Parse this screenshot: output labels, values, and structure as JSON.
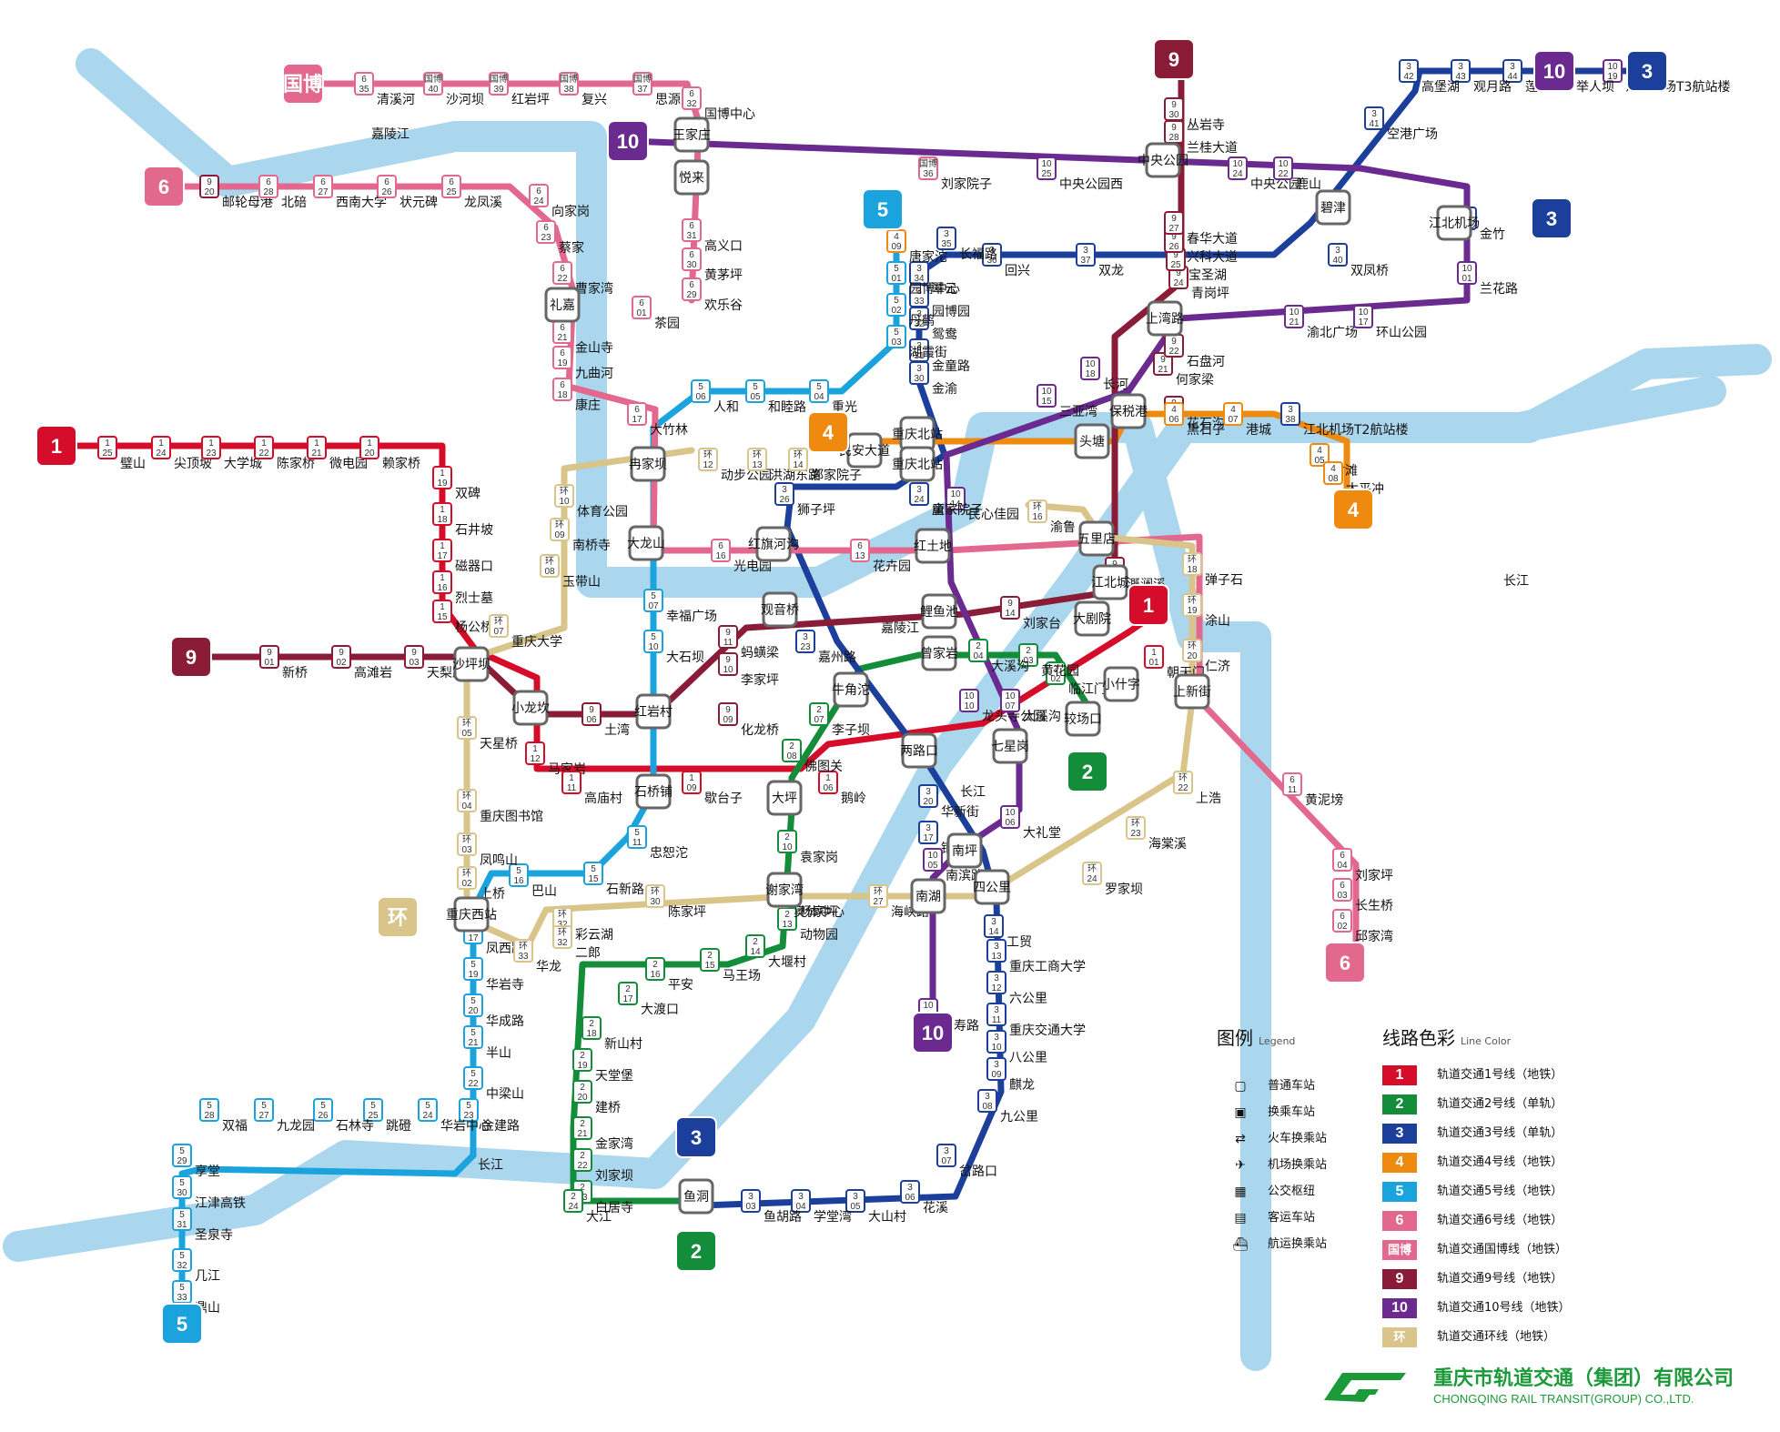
{
  "lines": [
    {
      "id": "1",
      "color": "#d60d2a",
      "label": "1",
      "legend": "轨道交通1号线（地铁）"
    },
    {
      "id": "2",
      "color": "#138d3a",
      "label": "2",
      "legend": "轨道交通2号线（单轨）"
    },
    {
      "id": "3",
      "color": "#1b3f9a",
      "label": "3",
      "legend": "轨道交通3号线（单轨）"
    },
    {
      "id": "4",
      "color": "#ee8a10",
      "label": "4",
      "legend": "轨道交通4号线（地铁）"
    },
    {
      "id": "5",
      "color": "#1aa3dc",
      "label": "5",
      "legend": "轨道交通5号线（地铁）"
    },
    {
      "id": "6",
      "color": "#e2688d",
      "label": "6",
      "legend": "轨道交通6号线（地铁）"
    },
    {
      "id": "gb",
      "color": "#e2688d",
      "label": "国博",
      "legend": "轨道交通国博线（地铁）"
    },
    {
      "id": "9",
      "color": "#8a1c37",
      "label": "9",
      "legend": "轨道交通9号线（地铁）"
    },
    {
      "id": "10",
      "color": "#6a2a8f",
      "label": "10",
      "legend": "轨道交通10号线（地铁）"
    },
    {
      "id": "loop",
      "color": "#d9c48a",
      "label": "环",
      "legend": "轨道交通环线（地铁）"
    }
  ],
  "rivers": {
    "color": "#aad6ee",
    "jialing": "嘉陵江",
    "changjiang": "长江"
  },
  "stations": [
    {
      "name": "璧山",
      "line": "1",
      "code": "25"
    },
    {
      "name": "尖顶坡",
      "line": "1",
      "code": "24"
    },
    {
      "name": "大学城",
      "line": "1",
      "code": "23"
    },
    {
      "name": "陈家桥",
      "line": "1",
      "code": "22"
    },
    {
      "name": "微电园",
      "line": "1",
      "code": "21"
    },
    {
      "name": "赖家桥",
      "line": "1",
      "code": "20"
    },
    {
      "name": "双碑",
      "line": "1",
      "code": "19"
    },
    {
      "name": "石井坡",
      "line": "1",
      "code": "18"
    },
    {
      "name": "磁器口",
      "line": "1",
      "code": "17"
    },
    {
      "name": "烈士墓",
      "line": "1",
      "code": "16"
    },
    {
      "name": "杨公桥",
      "line": "1",
      "code": "15"
    },
    {
      "name": "马家岩",
      "line": "1",
      "code": "12"
    },
    {
      "name": "高庙村",
      "line": "1",
      "code": "11"
    },
    {
      "name": "歇台子",
      "line": "1",
      "code": "09"
    },
    {
      "name": "鹅岭",
      "line": "1",
      "code": "06"
    },
    {
      "name": "朝天门",
      "line": "1",
      "code": "01"
    },
    {
      "name": "新桥",
      "line": "9",
      "code": "01"
    },
    {
      "name": "高滩岩",
      "line": "9",
      "code": "02"
    },
    {
      "name": "天梨路",
      "line": "9",
      "code": "03"
    },
    {
      "name": "土湾",
      "line": "9",
      "code": "06"
    },
    {
      "name": "化龙桥",
      "line": "9",
      "code": "09"
    },
    {
      "name": "李家坪",
      "line": "9",
      "code": "10"
    },
    {
      "name": "蚂蟥梁",
      "line": "9",
      "code": "11"
    },
    {
      "name": "刘家台",
      "line": "9",
      "code": "14"
    },
    {
      "name": "溉澜溪",
      "line": "9",
      "code": "17"
    },
    {
      "name": "何家梁",
      "line": "9",
      "code": "21"
    },
    {
      "name": "石盘河",
      "line": "9",
      "code": "22"
    },
    {
      "name": "青岗坪",
      "line": "9",
      "code": "24"
    },
    {
      "name": "宝圣湖",
      "line": "9",
      "code": "25"
    },
    {
      "name": "兴科大道",
      "line": "9",
      "code": "26"
    },
    {
      "name": "春华大道",
      "line": "9",
      "code": "27"
    },
    {
      "name": "兰桂大道",
      "line": "9",
      "code": "28"
    },
    {
      "name": "丛岩寺",
      "line": "9",
      "code": "30"
    },
    {
      "name": "花石沟",
      "line": "9",
      "code": "31"
    },
    {
      "name": "邮轮母港",
      "line": "9",
      "code": "20"
    },
    {
      "name": "北碚",
      "line": "6",
      "code": "28"
    },
    {
      "name": "西南大学",
      "line": "6",
      "code": "27"
    },
    {
      "name": "状元碑",
      "line": "6",
      "code": "26"
    },
    {
      "name": "龙凤溪",
      "line": "6",
      "code": "25"
    },
    {
      "name": "向家岗",
      "line": "6",
      "code": "24"
    },
    {
      "name": "蔡家",
      "line": "6",
      "code": "23"
    },
    {
      "name": "曹家湾",
      "line": "6",
      "code": "22"
    },
    {
      "name": "金山寺",
      "line": "6",
      "code": "21"
    },
    {
      "name": "九曲河",
      "line": "6",
      "code": "19"
    },
    {
      "name": "康庄",
      "line": "6",
      "code": "18"
    },
    {
      "name": "大竹林",
      "line": "6",
      "code": "17"
    },
    {
      "name": "光电园",
      "line": "6",
      "code": "16"
    },
    {
      "name": "花卉园",
      "line": "6",
      "code": "13"
    },
    {
      "name": "黄泥塝",
      "line": "6",
      "code": "11"
    },
    {
      "name": "刘家坪",
      "line": "6",
      "code": "04"
    },
    {
      "name": "长生桥",
      "line": "6",
      "code": "03"
    },
    {
      "name": "邱家湾",
      "line": "6",
      "code": "02"
    },
    {
      "name": "茶园",
      "line": "6",
      "code": "01"
    },
    {
      "name": "欢乐谷",
      "line": "6",
      "code": "29"
    },
    {
      "name": "黄茅坪",
      "line": "6",
      "code": "30"
    },
    {
      "name": "高义口",
      "line": "6",
      "code": "31"
    },
    {
      "name": "国博中心",
      "line": "6",
      "code": "32"
    },
    {
      "name": "清溪河",
      "line": "6",
      "code": "35"
    },
    {
      "name": "沙河坝",
      "line": "gb",
      "code": "40"
    },
    {
      "name": "红岩坪",
      "line": "gb",
      "code": "39"
    },
    {
      "name": "复兴",
      "line": "gb",
      "code": "38"
    },
    {
      "name": "思源",
      "line": "gb",
      "code": "37"
    },
    {
      "name": "刘家院子",
      "line": "gb",
      "code": "36"
    },
    {
      "name": "中央公园西",
      "line": "10",
      "code": "25"
    },
    {
      "name": "中央公园",
      "line": "10",
      "code": "24"
    },
    {
      "name": "鹿山",
      "line": "10",
      "code": "22"
    },
    {
      "name": "渝北广场",
      "line": "10",
      "code": "21"
    },
    {
      "name": "环山公园",
      "line": "10",
      "code": "17"
    },
    {
      "name": "长河",
      "line": "10",
      "code": "18"
    },
    {
      "name": "三亚湾",
      "line": "10",
      "code": "15"
    },
    {
      "name": "民心佳园",
      "line": "10",
      "code": "14"
    },
    {
      "name": "龙头寺公园",
      "line": "10",
      "code": "10"
    },
    {
      "name": "大溪沟",
      "line": "10",
      "code": "07"
    },
    {
      "name": "大礼堂",
      "line": "10",
      "code": "06"
    },
    {
      "name": "南滨路",
      "line": "10",
      "code": "05"
    },
    {
      "name": "万寿路",
      "line": "10",
      "code": "03"
    },
    {
      "name": "兰花路",
      "line": "10",
      "code": "01"
    },
    {
      "name": "江北机场T3航站楼",
      "line": "10",
      "code": "19"
    },
    {
      "name": "举人坝",
      "line": "3",
      "code": "45"
    },
    {
      "name": "莲花",
      "line": "3",
      "code": "44"
    },
    {
      "name": "观月路",
      "line": "3",
      "code": "43"
    },
    {
      "name": "高堡湖",
      "line": "3",
      "code": "42"
    },
    {
      "name": "空港广场",
      "line": "3",
      "code": "41"
    },
    {
      "name": "双凤桥",
      "line": "3",
      "code": "40"
    },
    {
      "name": "双龙",
      "line": "3",
      "code": "37"
    },
    {
      "name": "回兴",
      "line": "3",
      "code": "36"
    },
    {
      "name": "长福路",
      "line": "3",
      "code": "35"
    },
    {
      "name": "翠云",
      "line": "3",
      "code": "34"
    },
    {
      "name": "园博园",
      "line": "3",
      "code": "33"
    },
    {
      "name": "鸳鸯",
      "line": "3",
      "code": "32"
    },
    {
      "name": "金童路",
      "line": "3",
      "code": "31"
    },
    {
      "name": "金渝",
      "line": "3",
      "code": "30"
    },
    {
      "name": "童家院子",
      "line": "3",
      "code": "29"
    },
    {
      "name": "唐家院子",
      "line": "3",
      "code": "24"
    },
    {
      "name": "狮子坪",
      "line": "3",
      "code": "26"
    },
    {
      "name": "嘉州路",
      "line": "3",
      "code": "23"
    },
    {
      "name": "华新街",
      "line": "3",
      "code": "20"
    },
    {
      "name": "铜元局",
      "line": "3",
      "code": "17"
    },
    {
      "name": "工贸",
      "line": "3",
      "code": "14"
    },
    {
      "name": "重庆工商大学",
      "line": "3",
      "code": "13"
    },
    {
      "name": "六公里",
      "line": "3",
      "code": "12"
    },
    {
      "name": "重庆交通大学",
      "line": "3",
      "code": "11"
    },
    {
      "name": "八公里",
      "line": "3",
      "code": "10"
    },
    {
      "name": "麒龙",
      "line": "3",
      "code": "09"
    },
    {
      "name": "九公里",
      "line": "3",
      "code": "08"
    },
    {
      "name": "岔路口",
      "line": "3",
      "code": "07"
    },
    {
      "name": "花溪",
      "line": "3",
      "code": "06"
    },
    {
      "name": "大山村",
      "line": "3",
      "code": "05"
    },
    {
      "name": "学堂湾",
      "line": "3",
      "code": "04"
    },
    {
      "name": "鱼胡路",
      "line": "3",
      "code": "03"
    },
    {
      "name": "金竹",
      "line": "3",
      "code": "02"
    },
    {
      "name": "江北机场T2航站楼",
      "line": "3",
      "code": "38"
    },
    {
      "name": "港城",
      "line": "4",
      "code": "07"
    },
    {
      "name": "黑石子",
      "line": "4",
      "code": "06"
    },
    {
      "name": "寸滩",
      "line": "4",
      "code": "05"
    },
    {
      "name": "太平冲",
      "line": "4",
      "code": "08"
    },
    {
      "name": "唐家沱",
      "line": "4",
      "code": "09"
    },
    {
      "name": "园博中心",
      "line": "5",
      "code": "01"
    },
    {
      "name": "丹鹤",
      "line": "5",
      "code": "02"
    },
    {
      "name": "湖霞街",
      "line": "5",
      "code": "03"
    },
    {
      "name": "重光",
      "line": "5",
      "code": "04"
    },
    {
      "name": "和睦路",
      "line": "5",
      "code": "05"
    },
    {
      "name": "人和",
      "line": "5",
      "code": "06"
    },
    {
      "name": "幸福广场",
      "line": "5",
      "code": "07"
    },
    {
      "name": "大石坝",
      "line": "5",
      "code": "10"
    },
    {
      "name": "忠恕沱",
      "line": "5",
      "code": "11"
    },
    {
      "name": "石新路",
      "line": "5",
      "code": "15"
    },
    {
      "name": "巴山",
      "line": "5",
      "code": "16"
    },
    {
      "name": "凤西路",
      "line": "5",
      "code": "17"
    },
    {
      "name": "华岩寺",
      "line": "5",
      "code": "19"
    },
    {
      "name": "华成路",
      "line": "5",
      "code": "20"
    },
    {
      "name": "半山",
      "line": "5",
      "code": "21"
    },
    {
      "name": "中梁山",
      "line": "5",
      "code": "22"
    },
    {
      "name": "金建路",
      "line": "5",
      "code": "23"
    },
    {
      "name": "华岩中心",
      "line": "5",
      "code": "24"
    },
    {
      "name": "跳磴",
      "line": "5",
      "code": "25"
    },
    {
      "name": "石林寺",
      "line": "5",
      "code": "26"
    },
    {
      "name": "九龙园",
      "line": "5",
      "code": "27"
    },
    {
      "name": "双福",
      "line": "5",
      "code": "28"
    },
    {
      "name": "享堂",
      "line": "5",
      "code": "29"
    },
    {
      "name": "江津高铁",
      "line": "5",
      "code": "30"
    },
    {
      "name": "圣泉寺",
      "line": "5",
      "code": "31"
    },
    {
      "name": "几江",
      "line": "5",
      "code": "32"
    },
    {
      "name": "鼎山",
      "line": "5",
      "code": "33"
    },
    {
      "name": "李子坝",
      "line": "2",
      "code": "07"
    },
    {
      "name": "佛图关",
      "line": "2",
      "code": "08"
    },
    {
      "name": "袁家岗",
      "line": "2",
      "code": "10"
    },
    {
      "name": "杨家坪",
      "line": "2",
      "code": "12"
    },
    {
      "name": "动物园",
      "line": "2",
      "code": "13"
    },
    {
      "name": "大堰村",
      "line": "2",
      "code": "14"
    },
    {
      "name": "马王场",
      "line": "2",
      "code": "15"
    },
    {
      "name": "平安",
      "line": "2",
      "code": "16"
    },
    {
      "name": "大渡口",
      "line": "2",
      "code": "17"
    },
    {
      "name": "新山村",
      "line": "2",
      "code": "18"
    },
    {
      "name": "天堂堡",
      "line": "2",
      "code": "19"
    },
    {
      "name": "建桥",
      "line": "2",
      "code": "20"
    },
    {
      "name": "金家湾",
      "line": "2",
      "code": "21"
    },
    {
      "name": "刘家坝",
      "line": "2",
      "code": "22"
    },
    {
      "name": "白居寺",
      "line": "2",
      "code": "23"
    },
    {
      "name": "大江",
      "line": "2",
      "code": "24"
    },
    {
      "name": "临江门",
      "line": "2",
      "code": "02"
    },
    {
      "name": "黄花园",
      "line": "2",
      "code": "03"
    },
    {
      "name": "大溪沟",
      "line": "2",
      "code": "04"
    },
    {
      "name": "弹子石",
      "line": "loop",
      "code": "18"
    },
    {
      "name": "涂山",
      "line": "loop",
      "code": "19"
    },
    {
      "name": "仁济",
      "line": "loop",
      "code": "20"
    },
    {
      "name": "上浩",
      "line": "loop",
      "code": "22"
    },
    {
      "name": "海棠溪",
      "line": "loop",
      "code": "23"
    },
    {
      "name": "罗家坝",
      "line": "loop",
      "code": "24"
    },
    {
      "name": "海峡路",
      "line": "loop",
      "code": "27"
    },
    {
      "name": "奥体中心",
      "line": "loop",
      "code": "29"
    },
    {
      "name": "陈家坪",
      "line": "loop",
      "code": "30"
    },
    {
      "name": "彩云湖",
      "line": "loop",
      "code": "32"
    },
    {
      "name": "二郎",
      "line": "loop",
      "code": "32"
    },
    {
      "name": "华龙",
      "line": "loop",
      "code": "33"
    },
    {
      "name": "上桥",
      "line": "loop",
      "code": "02"
    },
    {
      "name": "凤鸣山",
      "line": "loop",
      "code": "03"
    },
    {
      "name": "重庆图书馆",
      "line": "loop",
      "code": "04"
    },
    {
      "name": "天星桥",
      "line": "loop",
      "code": "05"
    },
    {
      "name": "重庆大学",
      "line": "loop",
      "code": "07"
    },
    {
      "name": "玉带山",
      "line": "loop",
      "code": "08"
    },
    {
      "name": "南桥寺",
      "line": "loop",
      "code": "09"
    },
    {
      "name": "体育公园",
      "line": "loop",
      "code": "10"
    },
    {
      "name": "动步公园",
      "line": "loop",
      "code": "12"
    },
    {
      "name": "洪湖东路",
      "line": "loop",
      "code": "13"
    },
    {
      "name": "郑家院子",
      "line": "loop",
      "code": "14"
    },
    {
      "name": "渝鲁",
      "line": "loop",
      "code": "16"
    }
  ],
  "transfers": [
    "礼嘉",
    "王家庄",
    "悦来",
    "冉家坝",
    "大龙山",
    "红旗河沟",
    "沙坪坝",
    "小龙坎",
    "红岩村",
    "石桥铺",
    "大坪",
    "牛角沱",
    "两路口",
    "七星岗",
    "较场口",
    "小什字",
    "上新街",
    "南坪",
    "南湖",
    "四公里",
    "谢家湾",
    "重庆西站",
    "鱼洞",
    "观音桥",
    "红土地",
    "鲤鱼池",
    "曾家岩",
    "五里店",
    "江北城",
    "头塘",
    "保税港",
    "上湾路",
    "碧津",
    "中央公园东",
    "民安大道",
    "重庆北站北广场",
    "重庆北站南广场",
    "江北机场T2航站楼",
    "大剧院"
  ],
  "legend": {
    "title": "图例",
    "title_en": "Legend",
    "items": [
      {
        "icon": "station-icon",
        "label": "普通车站"
      },
      {
        "icon": "transfer-icon",
        "label": "换乘车站"
      },
      {
        "icon": "rail-icon",
        "label": "火车换乘站"
      },
      {
        "icon": "airport-icon",
        "label": "机场换乘站"
      },
      {
        "icon": "bus-hub-icon",
        "label": "公交枢纽"
      },
      {
        "icon": "coach-icon",
        "label": "客运车站"
      },
      {
        "icon": "ferry-icon",
        "label": "航运换乘站"
      }
    ],
    "colors_title": "线路色彩",
    "colors_title_en": "Line Color"
  },
  "company": {
    "name_cn": "重庆市轨道交通（集团）有限公司",
    "name_en": "CHONGQING RAIL TRANSIT(GROUP) CO.,LTD."
  }
}
